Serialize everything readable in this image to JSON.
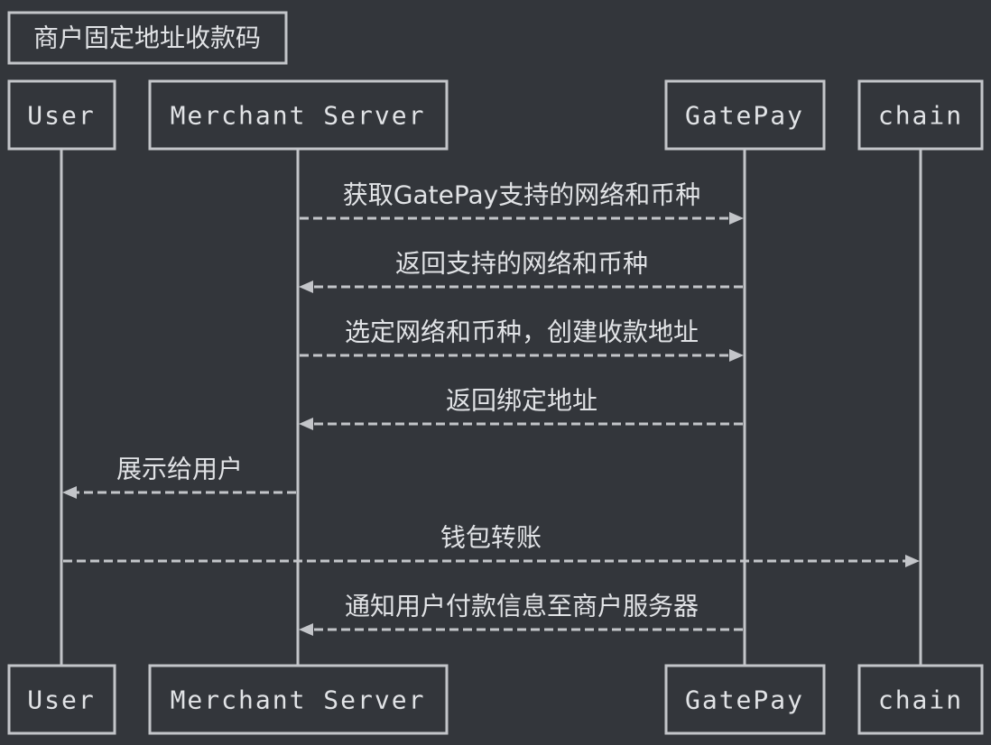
{
  "title": "商户固定地址收款码",
  "participants": [
    {
      "id": "user",
      "label": "User"
    },
    {
      "id": "merchant",
      "label": "Merchant Server"
    },
    {
      "id": "gatepay",
      "label": "GatePay"
    },
    {
      "id": "chain",
      "label": "chain"
    }
  ],
  "messages": [
    {
      "from": "merchant",
      "to": "gatepay",
      "label": "获取GatePay支持的网络和币种"
    },
    {
      "from": "gatepay",
      "to": "merchant",
      "label": "返回支持的网络和币种"
    },
    {
      "from": "merchant",
      "to": "gatepay",
      "label": "选定网络和币种，创建收款地址"
    },
    {
      "from": "gatepay",
      "to": "merchant",
      "label": "返回绑定地址"
    },
    {
      "from": "merchant",
      "to": "user",
      "label": "展示给用户"
    },
    {
      "from": "user",
      "to": "chain",
      "label": "钱包转账"
    },
    {
      "from": "gatepay",
      "to": "merchant",
      "label": "通知用户付款信息至商户服务器"
    }
  ],
  "colors": {
    "background": "#33363b",
    "line": "#c3c5c9",
    "text": "#e1e3e6"
  }
}
